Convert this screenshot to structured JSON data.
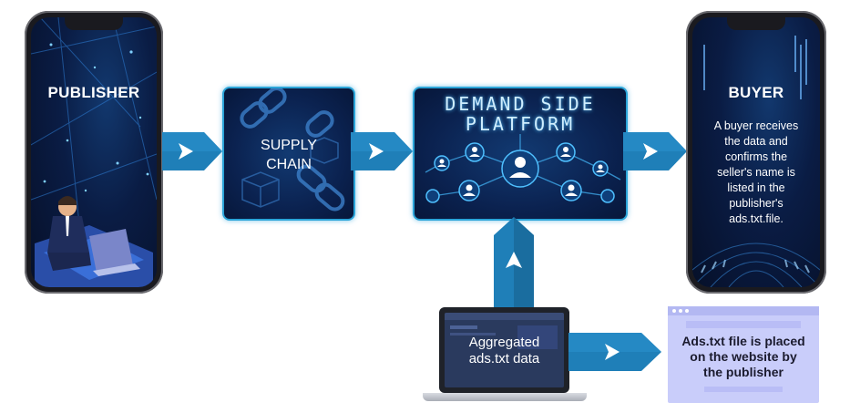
{
  "publisher": {
    "title": "PUBLISHER"
  },
  "supply_chain": {
    "label_line1": "SUPPLY",
    "label_line2": "CHAIN"
  },
  "dsp": {
    "title_line1": "DEMAND SIDE",
    "title_line2": "PLATFORM"
  },
  "buyer": {
    "title": "BUYER",
    "lines": [
      "A buyer receives",
      "the data and",
      "confirms the",
      "seller's name is",
      "listed in the",
      "publisher's",
      "ads.txt.file."
    ]
  },
  "aggregated": {
    "line1": "Aggregated",
    "line2": "ads.txt data"
  },
  "adstxt_card": {
    "line1": "Ads.txt file is placed",
    "line2": "on the website by",
    "line3": "the publisher"
  },
  "colors": {
    "arrow": "#1f7fb8",
    "arrow_dark": "#17608e",
    "box_border": "#2aa4d8",
    "panel_dark": "#0a1c44"
  }
}
